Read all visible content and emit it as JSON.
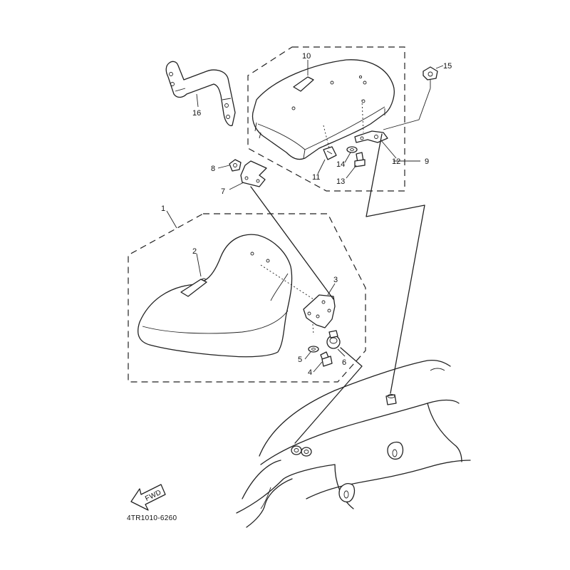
{
  "callouts": {
    "p1": "1",
    "p2": "2",
    "p3": "3",
    "p4": "4",
    "p5": "5",
    "p6": "6",
    "p7": "7",
    "p8": "8",
    "p9": "9",
    "p10": "10",
    "p11": "11",
    "p12": "12",
    "p13": "13",
    "p14": "14",
    "p15": "15",
    "p16": "16"
  },
  "fwd_label": "FWD",
  "diagram_code": "4TR1010-6260"
}
